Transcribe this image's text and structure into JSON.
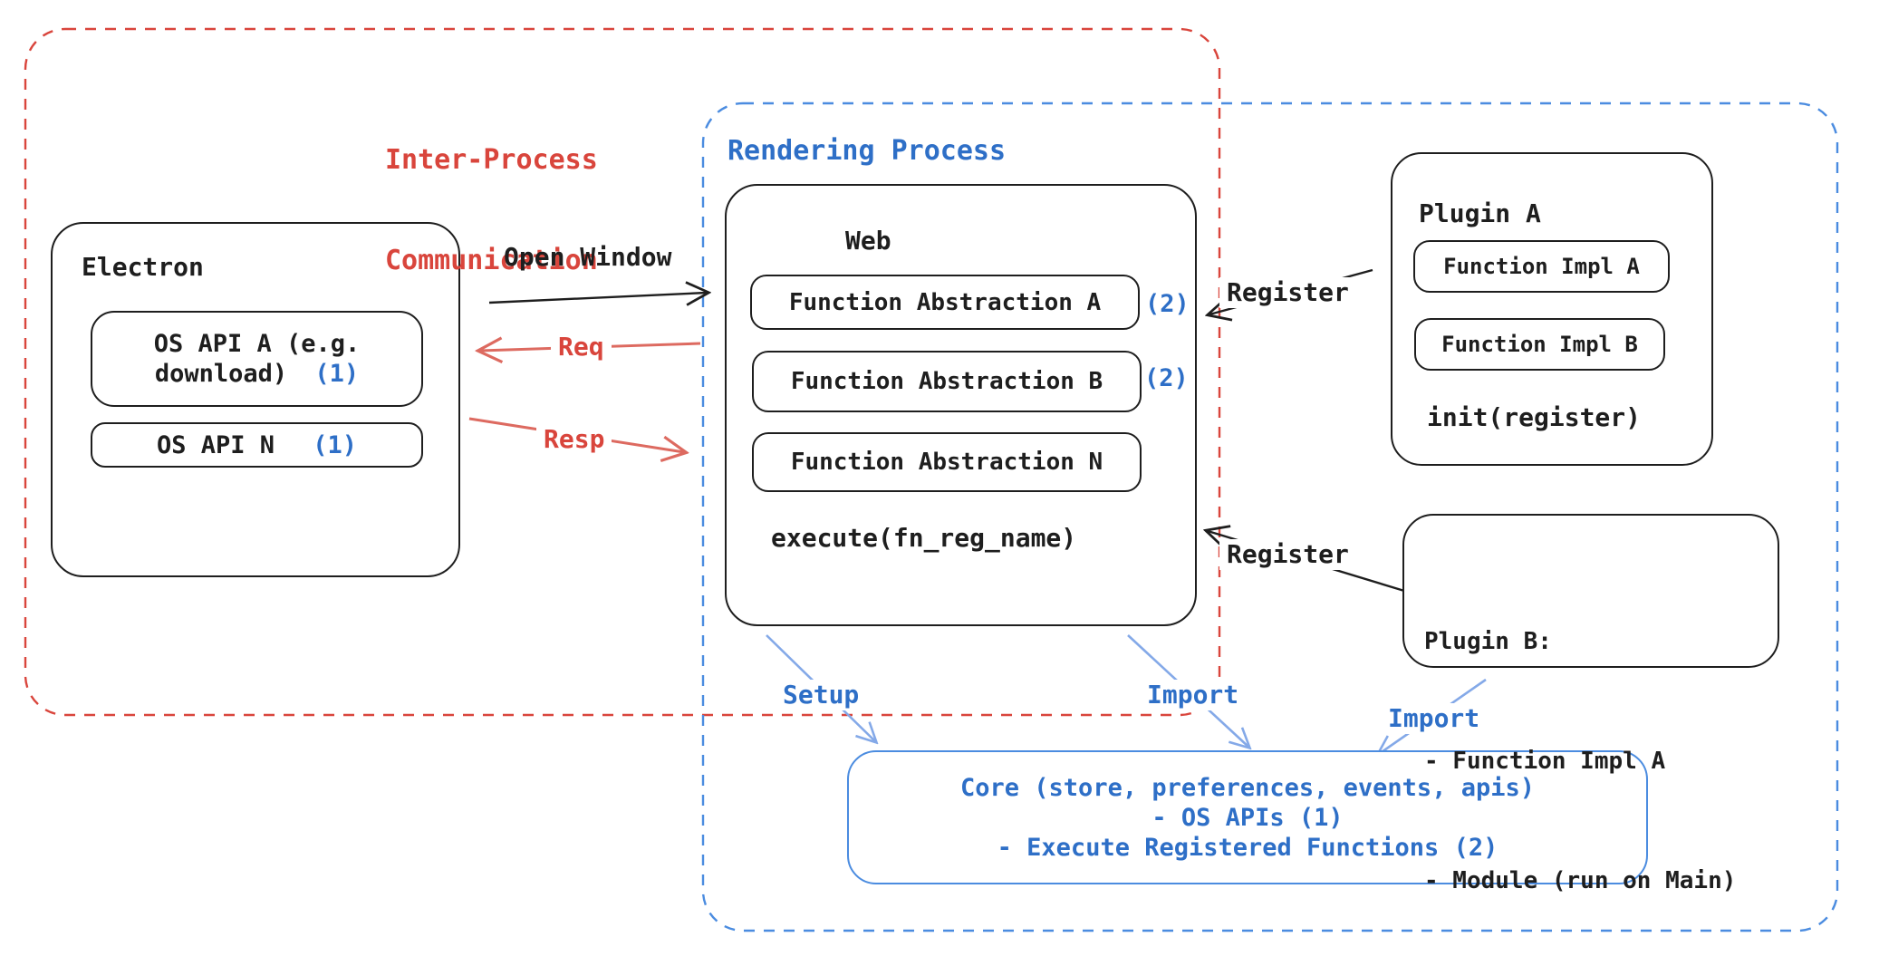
{
  "labels": {
    "ipc_line1": "Inter-Process",
    "ipc_line2": "Communication",
    "rendering_process": "Rendering Process",
    "open_window": "Open Window",
    "req": "Req",
    "resp": "Resp",
    "register_top": "Register",
    "register_bottom": "Register",
    "setup": "Setup",
    "import_web": "Import",
    "import_plugin_b": "Import"
  },
  "electron": {
    "title": "Electron",
    "os_api_a_line1": "OS API A (e.g.",
    "os_api_a_line2": "download)",
    "os_api_a_badge": "(1)",
    "os_api_n": "OS API N",
    "os_api_n_badge": "(1)"
  },
  "web": {
    "title": "Web",
    "fa_a": "Function Abstraction A",
    "fa_a_badge": "(2)",
    "fa_b": "Function Abstraction B",
    "fa_b_badge": "(2)",
    "fa_n": "Function Abstraction N",
    "execute": "execute(fn_reg_name)"
  },
  "plugin_a": {
    "title": "Plugin A",
    "impl_a": "Function Impl A",
    "impl_b": "Function Impl B",
    "init": "init(register)"
  },
  "plugin_b": {
    "title": "Plugin B:",
    "item1": "- Function Impl A",
    "item2": "- Module (run on Main)"
  },
  "core": {
    "line1": "Core (store, preferences, events, apis)",
    "line2": "- OS APIs (1)",
    "line3": "- Execute Registered Functions (2)"
  },
  "colors": {
    "red": "#d9453c",
    "red_arrow": "#dd6a60",
    "blue": "#2e6fc7",
    "blue_border": "#4b8ce0",
    "blue_arrow": "#84a9e8",
    "ink": "#1e1e1e"
  }
}
